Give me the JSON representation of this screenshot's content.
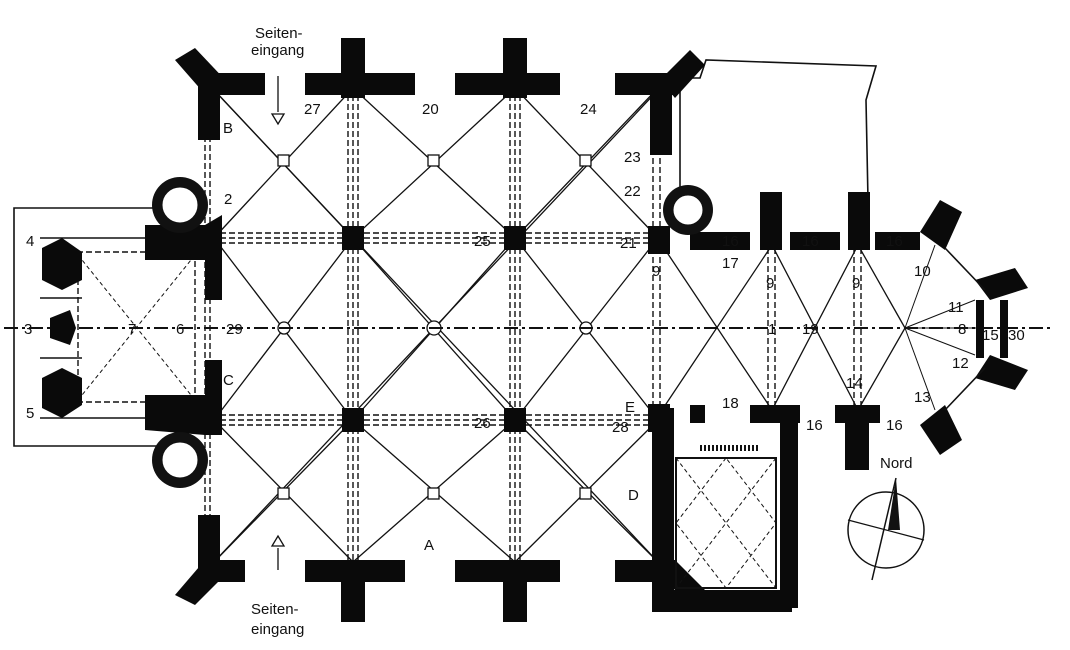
{
  "labels": {
    "side_entrance_top_line1": "Seiten-",
    "side_entrance_top_line2": "eingang",
    "side_entrance_bottom_line1": "Seiten-",
    "side_entrance_bottom_line2": "eingang",
    "north": "Nord",
    "letters": [
      "A",
      "B",
      "C",
      "D",
      "E"
    ],
    "numbers": {
      "n1": "1",
      "n2": "2",
      "n3": "3",
      "n4": "4",
      "n5": "5",
      "n6": "6",
      "n7": "7",
      "n8": "8",
      "n9a": "9",
      "n9b": "9",
      "n9c": "9",
      "n10": "10",
      "n11": "11",
      "n12": "12",
      "n13": "13",
      "n14": "14",
      "n15": "15",
      "n16a": "16",
      "n16b": "16",
      "n16c": "16",
      "n16d": "16",
      "n16e": "16",
      "n17": "17",
      "n18": "18",
      "n19": "19",
      "n20": "20",
      "n21": "21",
      "n22": "22",
      "n23": "23",
      "n24": "24",
      "n25": "25",
      "n26": "26",
      "n27": "27",
      "n28": "28",
      "n29": "29",
      "n30": "30"
    }
  }
}
